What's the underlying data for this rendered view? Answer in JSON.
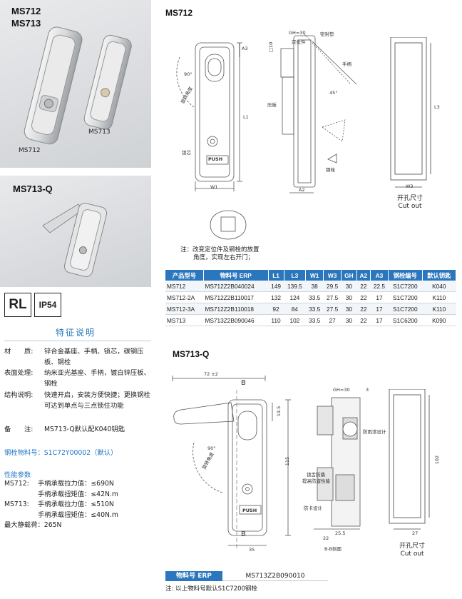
{
  "photo1": {
    "title_line1": "MS712",
    "title_line2": "MS713",
    "caption_a": "MS712",
    "caption_b": "MS713"
  },
  "photo2": {
    "title": "MS713-Q"
  },
  "badges": {
    "rl": "RL",
    "ip": "IP54"
  },
  "features": {
    "title": "特征说明",
    "rows": [
      {
        "label": "材　　质:",
        "value": "锌合金基座、手柄、锁芯，碳钢压板、钢栓"
      },
      {
        "label": "表面处理:",
        "value": "纳米亚光基座、手柄，镀白锌压板、钢栓"
      },
      {
        "label": "结构说明:",
        "value": "快速开启，安装方便快捷；更换钢栓可达到单点与三点锁住功能"
      },
      {
        "label": "备　　注:",
        "value": "MS713-Q默认配K040钥匙"
      }
    ],
    "bolt_code": "钢栓物料号：S1C72Y00002（默认）",
    "perf_title": "性能参数",
    "perf": [
      {
        "label": "MS712:",
        "text": "手柄承载拉力值：≤690N"
      },
      {
        "label": "",
        "text": "手柄承载扭矩值：≤42N.m"
      },
      {
        "label": "MS713:",
        "text": "手柄承载拉力值：≤510N"
      },
      {
        "label": "",
        "text": "手柄承载扭矩值：≤40N.m"
      },
      {
        "label": "最大静载荷：265N",
        "text": ""
      }
    ]
  },
  "ms712_drawing": {
    "title": "MS712",
    "labels": {
      "gh": "GH=30",
      "seal": "密封垫",
      "locator": "定位件",
      "handle": "手柄",
      "rotate": "旋转角度",
      "angle90": "90°",
      "angle45": "45°",
      "plate": "压板",
      "core": "锁芯",
      "bolt": "钢栓",
      "push": "PUSH",
      "a3": "A3",
      "l1": "L1",
      "w1": "W1",
      "a2": "A2",
      "sq": "□10",
      "w3": "W3",
      "l3": "L3"
    },
    "cutout": {
      "line1": "开孔尺寸",
      "line2": "Cut out"
    },
    "note_line1": "注：改变定位件及钢栓的放置",
    "note_line2": "角度，实现左右开门；"
  },
  "spec_table": {
    "headers": [
      "产品型号",
      "物料号 ERP",
      "L1",
      "L3",
      "W1",
      "W3",
      "GH",
      "A2",
      "A3",
      "钢栓编号",
      "默认钥匙"
    ],
    "rows": [
      [
        "MS712",
        "MS712Z2B040024",
        "149",
        "139.5",
        "38",
        "29.5",
        "30",
        "22",
        "22.5",
        "S1C7200",
        "K040"
      ],
      [
        "MS712-2A",
        "MS712Z2B110017",
        "132",
        "124",
        "33.5",
        "27.5",
        "30",
        "22",
        "17",
        "S1C7200",
        "K110"
      ],
      [
        "MS712-3A",
        "MS712Z2B110018",
        "92",
        "84",
        "33.5",
        "27.5",
        "30",
        "22",
        "17",
        "S1C7200",
        "K110"
      ],
      [
        "MS713",
        "MS713Z2B090046",
        "110",
        "102",
        "33.5",
        "27",
        "30",
        "22",
        "17",
        "S1C6200",
        "K090"
      ]
    ]
  },
  "ms713q_drawing": {
    "title": "MS713-Q",
    "labels": {
      "width72": "72 ±2",
      "b_top": "B",
      "b_bottom": "B",
      "h195": "19.5",
      "h115": "115",
      "rotate": "旋转角度",
      "angle90": "90°",
      "push": "PUSH",
      "w35": "35",
      "gh": "GH=30",
      "three": "3",
      "dust": "防雨漆设计",
      "anti1": "锁舌防撬",
      "anti2": "提高防盗性能",
      "snap": "防卡设计",
      "w255": "25.5",
      "w22": "22",
      "section": "B-B剖面",
      "h102": "102",
      "w27": "27"
    },
    "cutout": {
      "line1": "开孔尺寸",
      "line2": "Cut out"
    },
    "erp_label": "物料号 ERP",
    "erp_value": "MS713Z2B090010",
    "note": "注: 以上物料号默认S1C7200钢栓"
  }
}
